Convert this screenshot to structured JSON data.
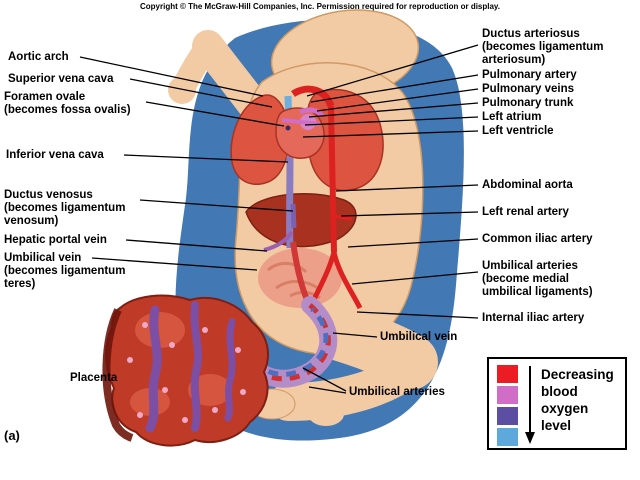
{
  "copyright": "Copyright © The McGraw-Hill Companies, Inc. Permission required for reproduction or display.",
  "figure_marker": "(a)",
  "labels": {
    "aortic_arch": "Aortic arch",
    "superior_vena_cava": "Superior vena cava",
    "foramen_ovale": "Foramen ovale\n(becomes fossa ovalis)",
    "inferior_vena_cava": "Inferior vena cava",
    "ductus_venosus": "Ductus venosus\n(becomes ligamentum\nvenosum)",
    "hepatic_portal_vein": "Hepatic portal vein",
    "umbilical_vein_left": "Umbilical vein\n(becomes ligamentum\nteres)",
    "placenta": "Placenta",
    "ductus_arteriosus": "Ductus arteriosus\n(becomes ligamentum\narteriosum)",
    "pulmonary_artery": "Pulmonary artery",
    "pulmonary_veins": "Pulmonary veins",
    "pulmonary_trunk": "Pulmonary trunk",
    "left_atrium": "Left atrium",
    "left_ventricle": "Left ventricle",
    "abdominal_aorta": "Abdominal aorta",
    "left_renal_artery": "Left renal artery",
    "common_iliac_artery": "Common iliac artery",
    "umbilical_arteries_right": "Umbilical arteries\n(become medial\numbilical ligaments)",
    "internal_iliac_artery": "Internal iliac artery",
    "umbilical_vein_mid": "Umbilical vein",
    "umbilical_arteries_bottom": "Umbilical arteries"
  },
  "legend": {
    "text": "Decreasing\nblood\noxygen\nlevel",
    "levels": [
      {
        "name": "highest-oxygen",
        "color": "#ec1c24"
      },
      {
        "name": "high-oxygen",
        "color": "#d06ec7"
      },
      {
        "name": "low-oxygen",
        "color": "#5b4ea3"
      },
      {
        "name": "lowest-oxygen",
        "color": "#5ea9dc"
      }
    ]
  },
  "art_colors": {
    "amniotic_blue": "#4278b4",
    "skin": "#f2cba4",
    "lung_red": "#dd5440",
    "liver_dark_red": "#a8311f",
    "placenta_red": "#c03a28",
    "vessel_purple": "#7b5fb0"
  }
}
